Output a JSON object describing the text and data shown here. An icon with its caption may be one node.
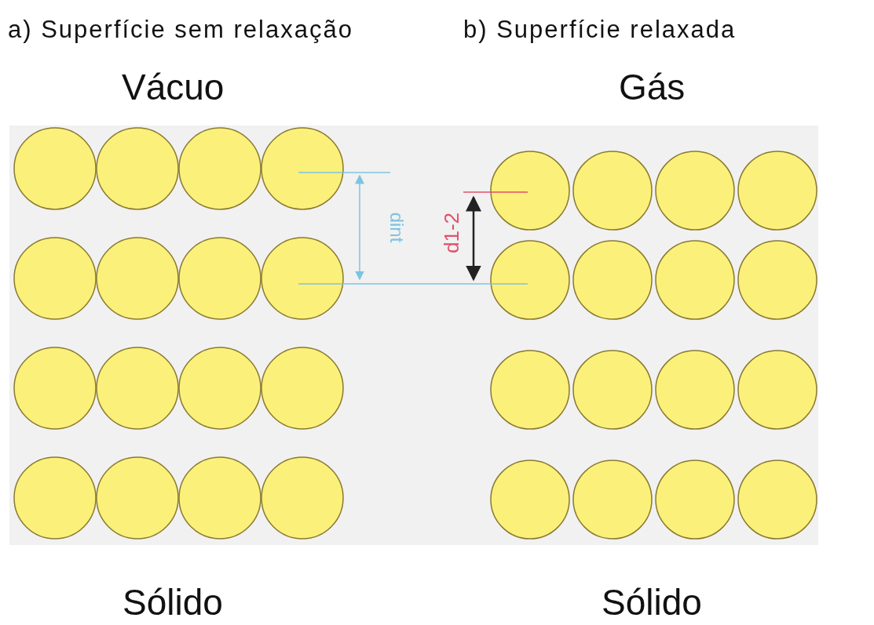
{
  "diagram": {
    "labels": [
      "a) Superfície sem relaxação",
      "b) Superfície relaxada",
      "Vácuo",
      "Gás",
      "dint",
      "d1-2",
      "Sólido",
      "Sólido"
    ]
  }
}
